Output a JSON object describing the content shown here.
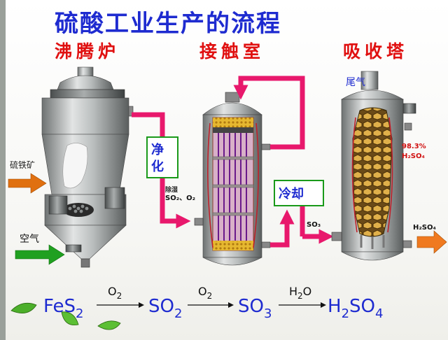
{
  "title": "硫酸工业生产的流程",
  "stages": {
    "furnace": "沸腾炉",
    "contact": "接触室",
    "absorber": "吸收塔"
  },
  "labels": {
    "pyrite": "硫铁矿",
    "air": "空气",
    "purify_1": "净",
    "purify_2": "化",
    "purified_gas": "除湿",
    "gas_in": "SO₂、O₂",
    "cool": "冷却",
    "so3_out": "SO₃",
    "tail_gas": "尾气",
    "acid_conc": "98.3%",
    "acid_feed": "H₂SO₄",
    "acid_product": "H₂SO₄"
  },
  "equation": {
    "s1": "FeS",
    "s1_sub": "2",
    "r1_top": "O",
    "r1_top_sub": "2",
    "s2": "SO",
    "s2_sub": "2",
    "r2_top": "O",
    "r2_top_sub": "2",
    "s3": "SO",
    "s3_sub": "3",
    "r3_top": "H",
    "r3_top_sub": "2",
    "r3_top_tail": "O",
    "s4": "H",
    "s4_sub1": "2",
    "s4_mid": "SO",
    "s4_sub2": "4"
  },
  "colors": {
    "title": "#1e2bd0",
    "stage": "#e01010",
    "pipe": "#e8186c",
    "box_border": "#1a9a1a",
    "box_text": "#1e2bd0",
    "pyrite_arrow": "#e07010",
    "air_arrow": "#20a020",
    "product_arrow": "#f07a20"
  }
}
